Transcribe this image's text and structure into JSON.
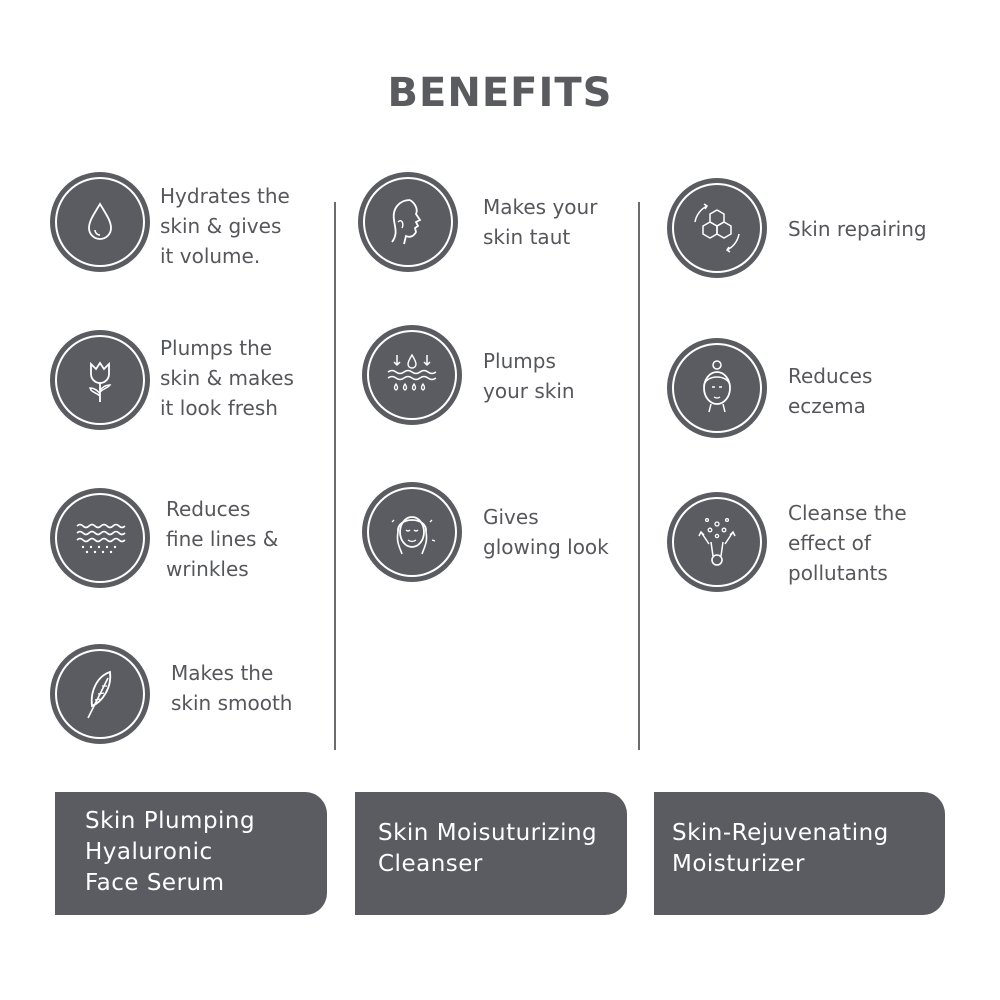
{
  "title": "BENEFITS",
  "columns": [
    {
      "items": [
        {
          "icon": "water-drop-icon",
          "label": "Hydrates the\nskin & gives\nit volume."
        },
        {
          "icon": "tulip-icon",
          "label": "Plumps the\nskin & makes\nit look fresh"
        },
        {
          "icon": "waves-icon",
          "label": "Reduces\nfine lines &\nwrinkles"
        },
        {
          "icon": "feather-icon",
          "label": "Makes the\nskin smooth"
        }
      ],
      "product": "Skin Plumping\nHyaluronic\nFace Serum"
    },
    {
      "items": [
        {
          "icon": "face-profile-icon",
          "label": "Makes your\nskin taut"
        },
        {
          "icon": "skin-layers-icon",
          "label": "Plumps\nyour skin"
        },
        {
          "icon": "glowing-face-icon",
          "label": "Gives\nglowing look"
        }
      ],
      "product": "Skin Moisuturizing\nCleanser"
    },
    {
      "items": [
        {
          "icon": "hexagon-cells-icon",
          "label": "Skin repairing"
        },
        {
          "icon": "woman-face-icon",
          "label": "Reduces\neczema"
        },
        {
          "icon": "bubbles-icon",
          "label": "Cleanse the\neffect of\npollutants"
        }
      ],
      "product": "Skin-Rejuvenating\nMoisturizer"
    }
  ]
}
